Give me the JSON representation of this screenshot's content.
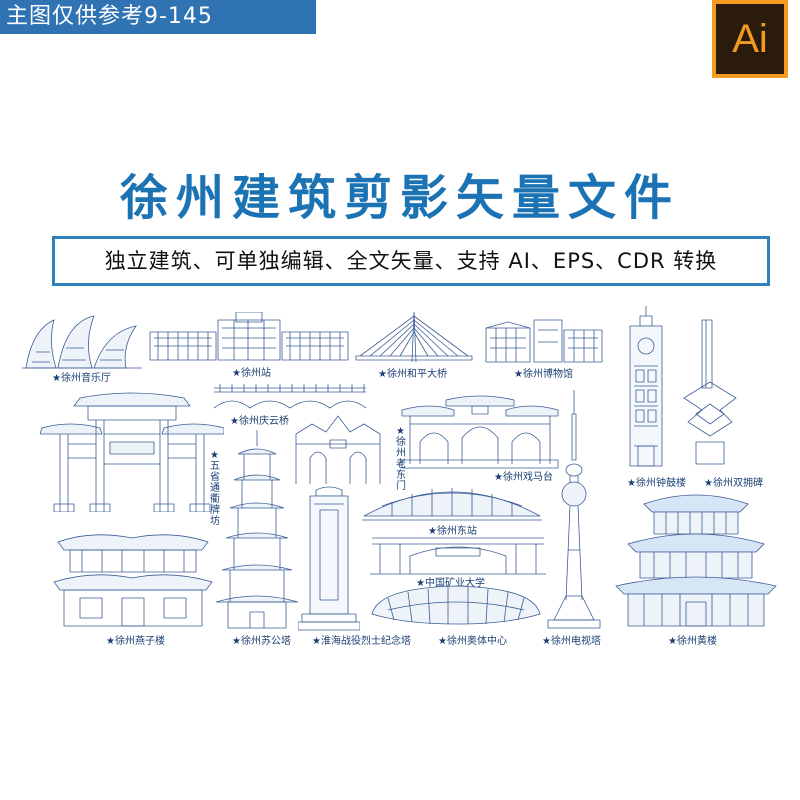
{
  "watermark": "主图仅供参考9-145",
  "badge": "Ai",
  "title": "徐州建筑剪影矢量文件",
  "subtitle": "独立建筑、可单独编辑、全文矢量、支持 AI、EPS、CDR 转换",
  "labels": {
    "music_hall": "★徐州音乐厅",
    "station": "★徐州站",
    "peace_bridge": "★徐州和平大桥",
    "museum": "★徐州博物馆",
    "qingyun_bridge": "★徐州庆云桥",
    "old_east_gate": "★徐州老东门",
    "ximatai": "★徐州戏马台",
    "bell_tower": "★徐州钟鼓楼",
    "twin_stele": "★徐州双拥碑",
    "paifang": "★五省通衢牌坊",
    "east_station": "★徐州东站",
    "mining_univ": "★中国矿业大学",
    "yanzi_lou": "★徐州燕子楼",
    "sugong_ta": "★徐州苏公塔",
    "martyrs_tower": "★淮海战役烈士纪念塔",
    "olympic_center": "★徐州奥体中心",
    "tv_tower": "★徐州电视塔",
    "huang_lou": "★徐州黄楼"
  },
  "colors": {
    "brand_blue": "#1b73b4",
    "line": "#3b5d96",
    "light_fill": "#dfe9f6"
  }
}
